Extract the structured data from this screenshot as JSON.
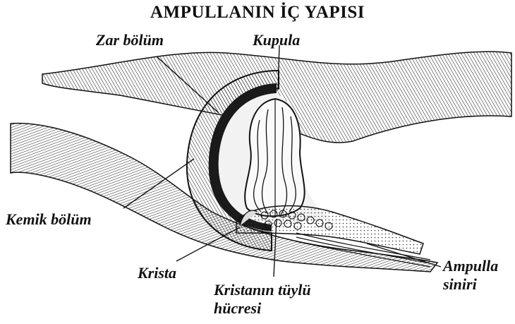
{
  "title": "AMPULLANIN İÇ YAPISI",
  "labels": {
    "zar_bolum": "Zar bölüm",
    "kupula": "Kupula",
    "kemik_bolum": "Kemik bölüm",
    "krista": "Krista",
    "kristanin_1": "Kristanın tüylü",
    "kristanin_2": "hücresi",
    "ampulla_1": "Ampulla",
    "ampulla_2": "siniri"
  }
}
